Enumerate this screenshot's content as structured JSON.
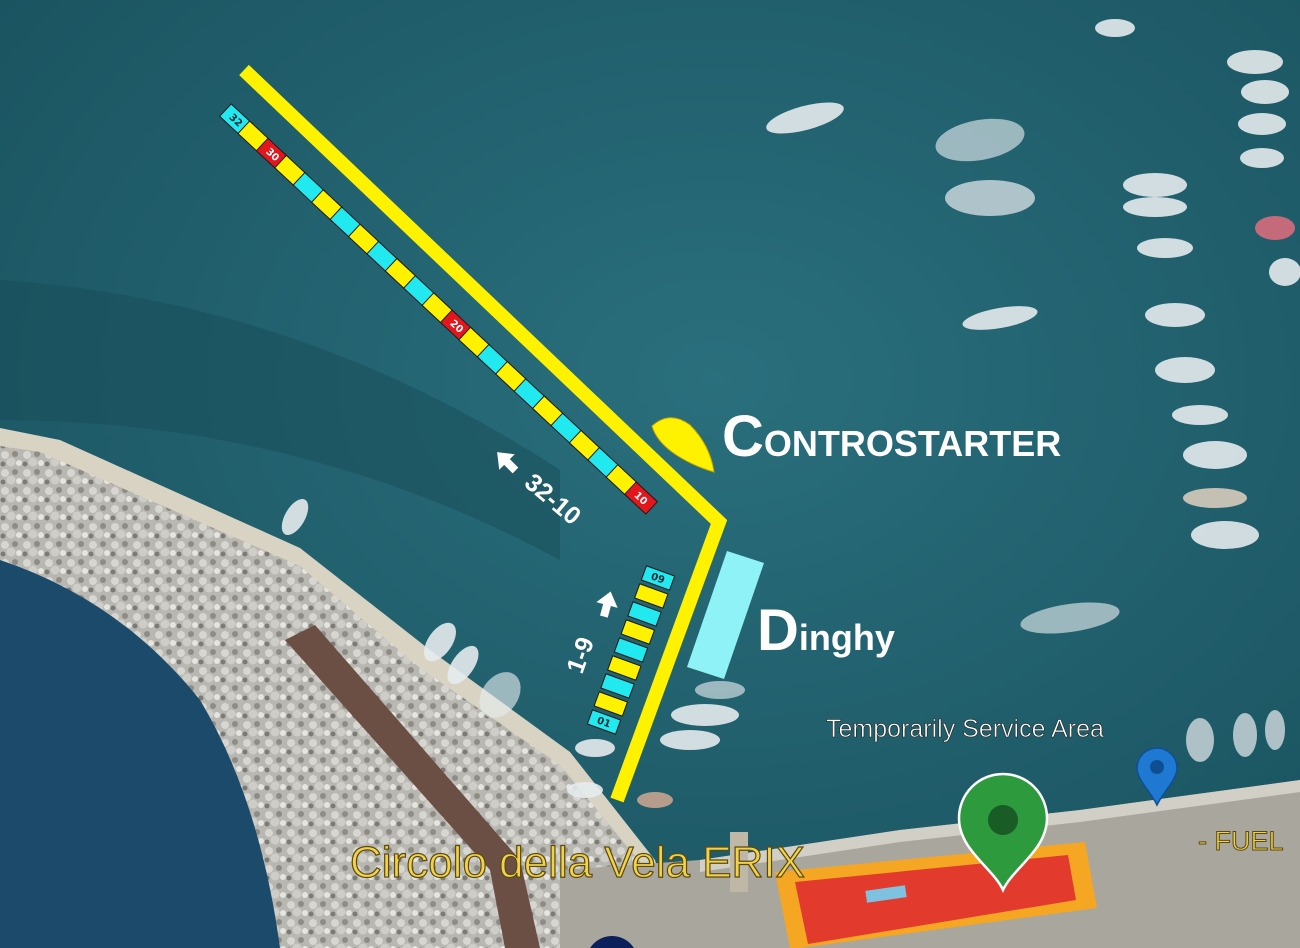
{
  "labels": {
    "controstarter_initial": "C",
    "controstarter_rest": "ONTROSTARTER",
    "dinghy_initial": "D",
    "dinghy_rest": "inghy",
    "range_upper": "32-10",
    "range_lower": "1-9",
    "service_area": "Temporarily Service Area",
    "club": "Circolo della Vela ERIX",
    "fuel": "- FUEL"
  },
  "upper_slots": [
    {
      "label": "32",
      "fill": "cyan"
    },
    {
      "label": "",
      "fill": "yellow"
    },
    {
      "label": "30",
      "fill": "red"
    },
    {
      "label": "",
      "fill": "yellow"
    },
    {
      "label": "",
      "fill": "cyan"
    },
    {
      "label": "",
      "fill": "yellow"
    },
    {
      "label": "",
      "fill": "cyan"
    },
    {
      "label": "",
      "fill": "yellow"
    },
    {
      "label": "",
      "fill": "cyan"
    },
    {
      "label": "",
      "fill": "yellow"
    },
    {
      "label": "",
      "fill": "cyan"
    },
    {
      "label": "",
      "fill": "yellow"
    },
    {
      "label": "20",
      "fill": "red"
    },
    {
      "label": "",
      "fill": "yellow"
    },
    {
      "label": "",
      "fill": "cyan"
    },
    {
      "label": "",
      "fill": "yellow"
    },
    {
      "label": "",
      "fill": "cyan"
    },
    {
      "label": "",
      "fill": "yellow"
    },
    {
      "label": "",
      "fill": "cyan"
    },
    {
      "label": "",
      "fill": "yellow"
    },
    {
      "label": "",
      "fill": "cyan"
    },
    {
      "label": "",
      "fill": "yellow"
    },
    {
      "label": "10",
      "fill": "red"
    }
  ],
  "lower_slots": [
    {
      "label": "09",
      "fill": "cyan"
    },
    {
      "label": "",
      "fill": "yellow"
    },
    {
      "label": "",
      "fill": "cyan"
    },
    {
      "label": "",
      "fill": "yellow"
    },
    {
      "label": "",
      "fill": "cyan"
    },
    {
      "label": "",
      "fill": "yellow"
    },
    {
      "label": "",
      "fill": "cyan"
    },
    {
      "label": "",
      "fill": "yellow"
    },
    {
      "label": "01",
      "fill": "cyan"
    }
  ],
  "icons": [
    "arrow-up-left-icon",
    "arrow-up-icon",
    "green-map-pin-icon",
    "blue-map-pin-icon",
    "boat-icon"
  ],
  "colors": {
    "water": "#1f5f6e",
    "water_dark": "#174f5e",
    "pier_yellow": "#fff200",
    "slot_cyan": "#22e8f0",
    "slot_red": "#e3161c",
    "dinghy": "#8ff2f7",
    "club_red": "#e23a2c",
    "club_orange": "#f5a623",
    "pin_green": "#2e9a3e",
    "pin_blue": "#1f78d1"
  }
}
